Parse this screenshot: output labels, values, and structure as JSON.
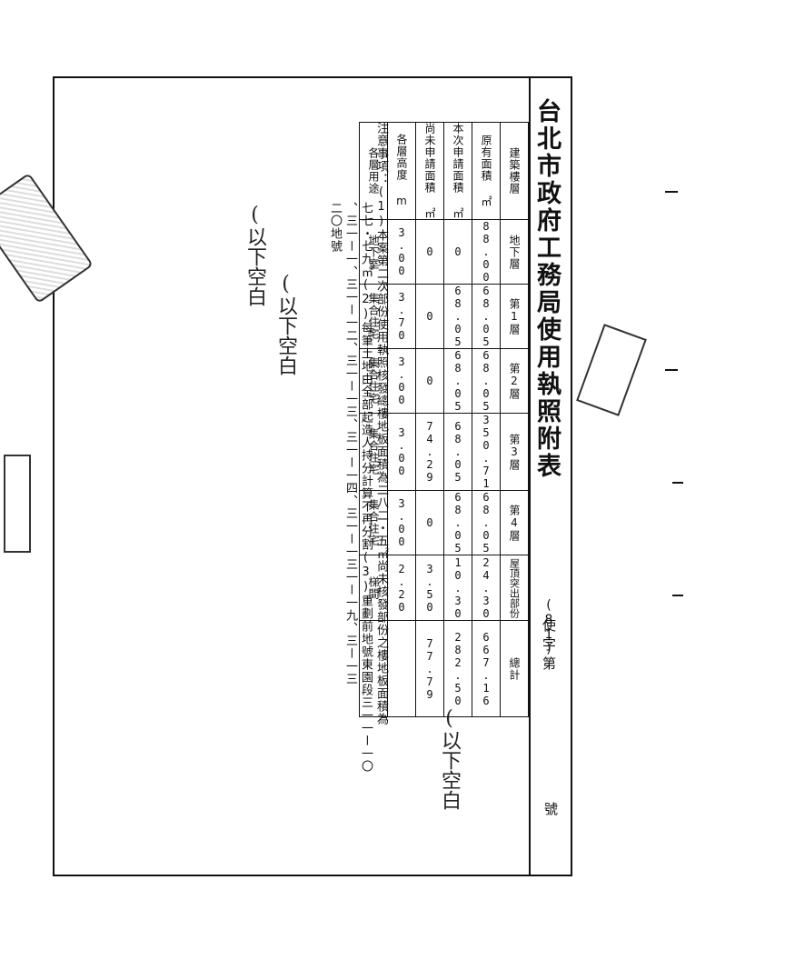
{
  "document": {
    "title": "台北市政府工務局使用執照附表",
    "number_prefix": "(81)",
    "number_label": "使字第",
    "number_suffix": "號"
  },
  "table": {
    "row_labels": [
      "建築樓層",
      "原有面積 ㎡",
      "本次申請面積 ㎡",
      "尚未申請面積 ㎡",
      "各層高度 m",
      "各層用途"
    ],
    "columns": [
      {
        "header": "地下層",
        "values": [
          "88.00",
          "0",
          "0",
          "3.00",
          "地下室"
        ]
      },
      {
        "header": "第1層",
        "values": [
          "68.05",
          "68.05",
          "0",
          "3.70",
          "集合住宅"
        ]
      },
      {
        "header": "第2層",
        "values": [
          "68.05",
          "68.05",
          "0",
          "3.00",
          "集合住宅"
        ]
      },
      {
        "header": "第3層",
        "values": [
          "350.71",
          "68.05",
          "74.29",
          "3.00",
          "集合住宅"
        ]
      },
      {
        "header": "第4層",
        "values": [
          "68.05",
          "68.05",
          "0",
          "3.00",
          "集合住宅"
        ]
      },
      {
        "header": "屋頂突出部份",
        "values": [
          "24.30",
          "10.30",
          "3.50",
          "2.20",
          "梯間"
        ]
      },
      {
        "header": "總計",
        "values": [
          "667.16",
          "282.50",
          "77.79",
          "",
          ""
        ]
      }
    ]
  },
  "notes": [
    "注意事項：(1)本案第二次部份使用執照核發總樓地板面積為二八二・五㎡尚未核發部份之樓地板面積為",
    "七七・七九㎡(2)每筆土地由全部起造人持分計算不再分割(3)重劃前地號東園段三一一ー一〇",
    "、三一ー一、三一ー一二、三一ー一三、三一ー一四、三一ー一三一ー一九、三ー一三",
    "二〇地號"
  ],
  "handwriting": [
    "(以下空白",
    "(以下空白",
    "(以下空白"
  ]
}
